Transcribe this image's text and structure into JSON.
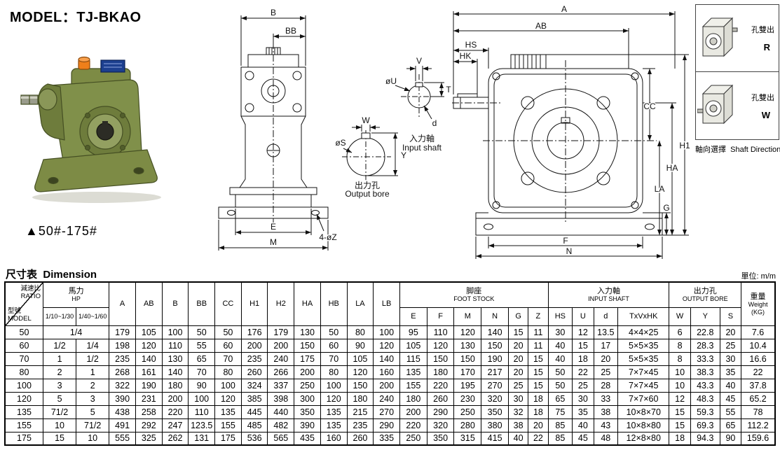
{
  "title": "MODEL：TJ-BKAO",
  "product": {
    "caption": "▲50#-175#"
  },
  "section": {
    "heading_zh": "尺寸表",
    "heading_en": "Dimension",
    "unit_note": "單位: m/m"
  },
  "drawings": {
    "side_view": {
      "dim_b": "B",
      "dim_bb": "BB",
      "dim_e": "E",
      "dim_m": "M",
      "callout_z": "4-øZ"
    },
    "output_bore": {
      "dim_w": "W",
      "dim_s": "øS",
      "dim_y": "Y",
      "label_zh": "出力孔",
      "label_en": "Output bore"
    },
    "input_shaft": {
      "dim_v": "V",
      "dim_t": "T",
      "dim_u": "øU",
      "dim_d": "d",
      "label_zh": "入力軸",
      "label_en": "Input shaft"
    },
    "front_view": {
      "dim_a": "A",
      "dim_ab": "AB",
      "dim_hs": "HS",
      "dim_hk": "HK",
      "dim_cc": "CC",
      "dim_h1": "H1",
      "dim_ha": "HA",
      "dim_la": "LA",
      "dim_g": "G",
      "dim_f": "F",
      "dim_n": "N"
    }
  },
  "shaft_panel": {
    "options": [
      {
        "label": "孔雙出",
        "code": "R"
      },
      {
        "label": "孔雙出",
        "code": "W"
      }
    ],
    "caption_zh": "軸向選擇",
    "caption_en": "Shaft Direction"
  },
  "table": {
    "header": {
      "corner": {
        "ratio_zh": "減速比",
        "ratio_en": "RATIO",
        "model_zh": "型號",
        "model_en": "MODEL"
      },
      "hp": {
        "zh": "馬力",
        "en": "HP",
        "subs": [
          "1/10~1/30",
          "1/40~1/60"
        ]
      },
      "dims": [
        "A",
        "AB",
        "B",
        "BB",
        "CC",
        "H1",
        "H2",
        "HA",
        "HB",
        "LA",
        "LB"
      ],
      "foot": {
        "zh": "脚座",
        "en": "FOOT STOCK",
        "subs": [
          "E",
          "F",
          "M",
          "N",
          "G",
          "Z"
        ]
      },
      "input": {
        "zh": "入力軸",
        "en": "INPUT SHAFT",
        "subs": [
          "HS",
          "U",
          "d",
          "TxVxHK"
        ]
      },
      "output": {
        "zh": "出力孔",
        "en": "OUTPUT BORE",
        "subs": [
          "W",
          "Y",
          "S"
        ]
      },
      "weight": {
        "zh": "重量",
        "en": "Weight",
        "unit": "(KG)"
      }
    },
    "rows": [
      {
        "model": "50",
        "hp": [
          "1/4"
        ],
        "values": [
          "179",
          "105",
          "100",
          "50",
          "50",
          "176",
          "179",
          "130",
          "50",
          "80",
          "100",
          "95",
          "110",
          "120",
          "140",
          "15",
          "11",
          "30",
          "12",
          "13.5",
          "4×4×25",
          "6",
          "22.8",
          "20",
          "7.6"
        ]
      },
      {
        "model": "60",
        "hp": [
          "1/2",
          "1/4"
        ],
        "values": [
          "198",
          "120",
          "110",
          "55",
          "60",
          "200",
          "200",
          "150",
          "60",
          "90",
          "120",
          "105",
          "120",
          "130",
          "150",
          "20",
          "11",
          "40",
          "15",
          "17",
          "5×5×35",
          "8",
          "28.3",
          "25",
          "10.4"
        ]
      },
      {
        "model": "70",
        "hp": [
          "1",
          "1/2"
        ],
        "values": [
          "235",
          "140",
          "130",
          "65",
          "70",
          "235",
          "240",
          "175",
          "70",
          "105",
          "140",
          "115",
          "150",
          "150",
          "190",
          "20",
          "15",
          "40",
          "18",
          "20",
          "5×5×35",
          "8",
          "33.3",
          "30",
          "16.6"
        ]
      },
      {
        "model": "80",
        "hp": [
          "2",
          "1"
        ],
        "values": [
          "268",
          "161",
          "140",
          "70",
          "80",
          "260",
          "266",
          "200",
          "80",
          "120",
          "160",
          "135",
          "180",
          "170",
          "217",
          "20",
          "15",
          "50",
          "22",
          "25",
          "7×7×45",
          "10",
          "38.3",
          "35",
          "22"
        ]
      },
      {
        "model": "100",
        "hp": [
          "3",
          "2"
        ],
        "values": [
          "322",
          "190",
          "180",
          "90",
          "100",
          "324",
          "337",
          "250",
          "100",
          "150",
          "200",
          "155",
          "220",
          "195",
          "270",
          "25",
          "15",
          "50",
          "25",
          "28",
          "7×7×45",
          "10",
          "43.3",
          "40",
          "37.8"
        ]
      },
      {
        "model": "120",
        "hp": [
          "5",
          "3"
        ],
        "values": [
          "390",
          "231",
          "200",
          "100",
          "120",
          "385",
          "398",
          "300",
          "120",
          "180",
          "240",
          "180",
          "260",
          "230",
          "320",
          "30",
          "18",
          "65",
          "30",
          "33",
          "7×7×60",
          "12",
          "48.3",
          "45",
          "65.2"
        ]
      },
      {
        "model": "135",
        "hp": [
          "71/2",
          "5"
        ],
        "values": [
          "438",
          "258",
          "220",
          "110",
          "135",
          "445",
          "440",
          "350",
          "135",
          "215",
          "270",
          "200",
          "290",
          "250",
          "350",
          "32",
          "18",
          "75",
          "35",
          "38",
          "10×8×70",
          "15",
          "59.3",
          "55",
          "78"
        ]
      },
      {
        "model": "155",
        "hp": [
          "10",
          "71/2"
        ],
        "values": [
          "491",
          "292",
          "247",
          "123.5",
          "155",
          "485",
          "482",
          "390",
          "135",
          "235",
          "290",
          "220",
          "320",
          "280",
          "380",
          "38",
          "20",
          "85",
          "40",
          "43",
          "10×8×80",
          "15",
          "69.3",
          "65",
          "112.2"
        ]
      },
      {
        "model": "175",
        "hp": [
          "15",
          "10"
        ],
        "values": [
          "555",
          "325",
          "262",
          "131",
          "175",
          "536",
          "565",
          "435",
          "160",
          "260",
          "335",
          "250",
          "350",
          "315",
          "415",
          "40",
          "22",
          "85",
          "45",
          "48",
          "12×8×80",
          "18",
          "94.3",
          "90",
          "159.6"
        ]
      }
    ]
  }
}
